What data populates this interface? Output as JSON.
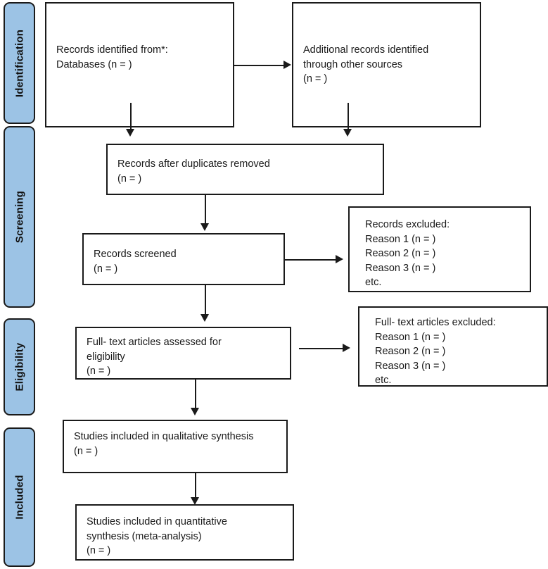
{
  "diagram": {
    "title": "PRISMA flow diagram",
    "accent_color": "#9cc3e5",
    "line_color": "#1a1a1a",
    "box_fill": "#ffffff"
  },
  "stages": [
    {
      "id": "identification",
      "label": "Identification"
    },
    {
      "id": "screening",
      "label": "Screening"
    },
    {
      "id": "eligibility",
      "label": "Eligibility"
    },
    {
      "id": "included",
      "label": "Included"
    }
  ],
  "boxes": {
    "records_identified": {
      "text": "Records identified from*:\n    Databases (n = )"
    },
    "additional_records": {
      "text": "Additional records identified\nthrough other sources\n        (n = )"
    },
    "duplicates_removed": {
      "text": "Records after duplicates removed\n                (n = )"
    },
    "records_screened": {
      "text": "Records screened\n        (n = )"
    },
    "records_excluded": {
      "text": "Records excluded:\n    Reason 1 (n = )\n    Reason 2 (n = )\n    Reason 3 (n = )\n    etc."
    },
    "fulltext_assessed": {
      "text": "Full- text articles assessed for\neligibility\n                (n = )"
    },
    "fulltext_excluded": {
      "text": "Full- text articles excluded:\n    Reason 1 (n = )\n    Reason 2 (n = )\n    Reason 3 (n = )\n    etc."
    },
    "qualitative_synthesis": {
      "text": "Studies included in qualitative synthesis\n                       (n = )"
    },
    "quantitative_synthesis": {
      "text": "Studies included in quantitative\nsynthesis (meta-analysis)\n                 (n = )"
    }
  }
}
